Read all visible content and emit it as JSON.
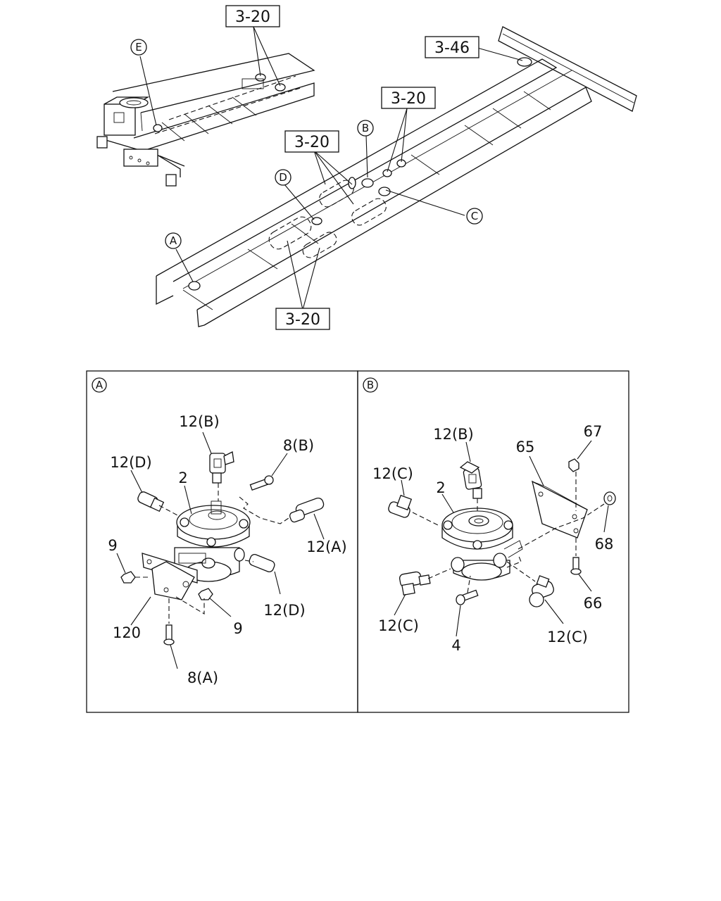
{
  "overview": {
    "refs": {
      "r1": "3-20",
      "r2": "3-46",
      "r3": "3-20",
      "r4": "3-20",
      "r5": "3-20"
    },
    "markers": {
      "a": "A",
      "b": "B",
      "c": "C",
      "d": "D",
      "e": "E"
    }
  },
  "panel_a": {
    "title": "A",
    "labels": {
      "p12b": "12(B)",
      "p8b": "8(B)",
      "p12d_top": "12(D)",
      "p2": "2",
      "p12a": "12(A)",
      "p9_left": "9",
      "p12d_bottom": "12(D)",
      "p9_right": "9",
      "p120": "120",
      "p8a": "8(A)"
    }
  },
  "panel_b": {
    "title": "B",
    "labels": {
      "p12b": "12(B)",
      "p67": "67",
      "p65": "65",
      "p12c_top": "12(C)",
      "p2": "2",
      "p68": "68",
      "p66": "66",
      "p12c_left": "12(C)",
      "p4": "4",
      "p12c_right": "12(C)"
    }
  }
}
